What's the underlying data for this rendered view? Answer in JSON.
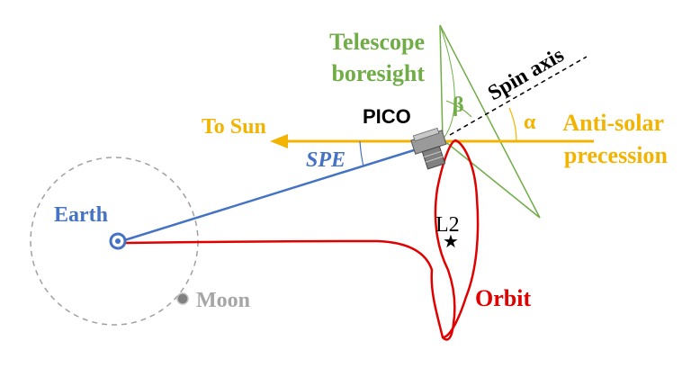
{
  "labels": {
    "telescope_line1": "Telescope",
    "telescope_line2": "boresight",
    "spin_axis": "Spin axis",
    "beta": "β",
    "alpha": "α",
    "pico": "PICO",
    "to_sun": "To Sun",
    "anti_solar_line1": "Anti-solar",
    "anti_solar_line2": "precession",
    "spe": "SPE",
    "earth": "Earth",
    "moon": "Moon",
    "l2": "L2",
    "orbit": "Orbit"
  },
  "colors": {
    "telescope": "#70ad47",
    "sun_axis": "#f2b400",
    "spe": "#4472c4",
    "earth": "#4472c4",
    "orbit": "#e00000",
    "moon": "#a6a6a6",
    "spin_axis": "#000000",
    "earth_ring": "#a0a0a0"
  },
  "icons": {
    "spacecraft": "spacecraft-icon",
    "earth": "earth-icon",
    "moon": "moon-icon",
    "l2_star": "star-icon",
    "sun_arrow": "arrowhead-icon"
  }
}
